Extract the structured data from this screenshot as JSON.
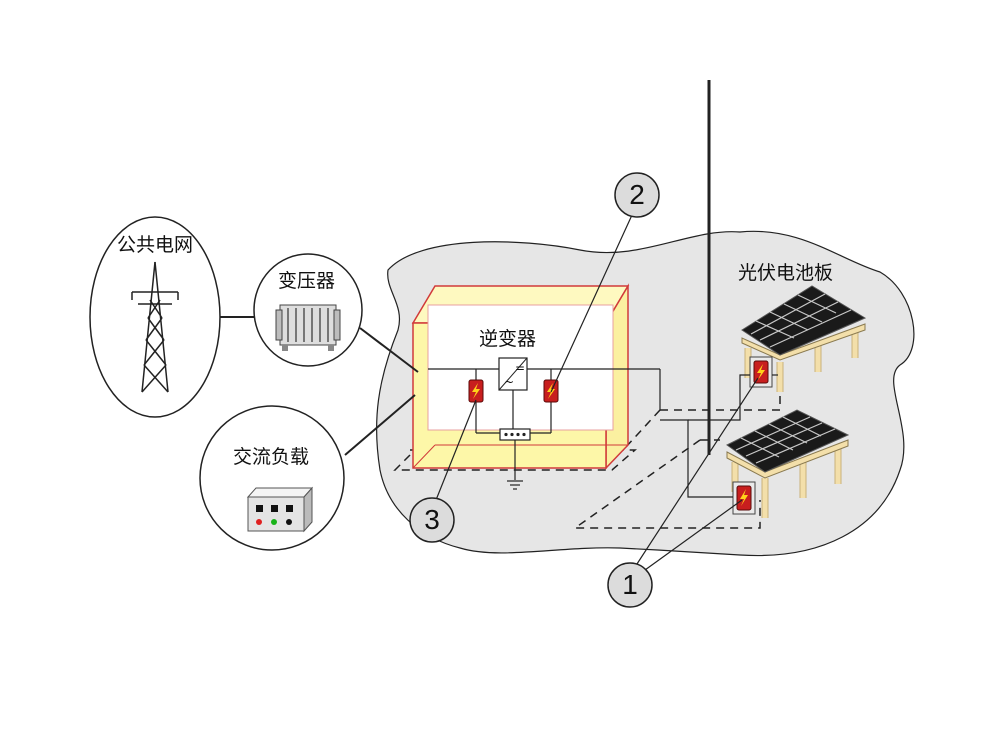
{
  "labels": {
    "grid": "公共电网",
    "transformer": "变压器",
    "ac_load": "交流负载",
    "inverter": "逆变器",
    "pv_panels": "光伏电池板"
  },
  "callouts": [
    "1",
    "2",
    "3"
  ],
  "inverter_symbols": {
    "ac": "~",
    "dc": "="
  },
  "colors": {
    "ground_area": "#e6e6e6",
    "enclosure_fill": "#fdf7a8",
    "enclosure_edge": "#d13a3a",
    "spd_body": "#c81e1e",
    "spd_bolt": "#ffd21a",
    "panel_cell": "#1a1a1a",
    "panel_leg": "#f3dfaa",
    "callout_fill": "#dcdcdc",
    "load_led_red": "#e02020",
    "load_led_green": "#19b319"
  }
}
